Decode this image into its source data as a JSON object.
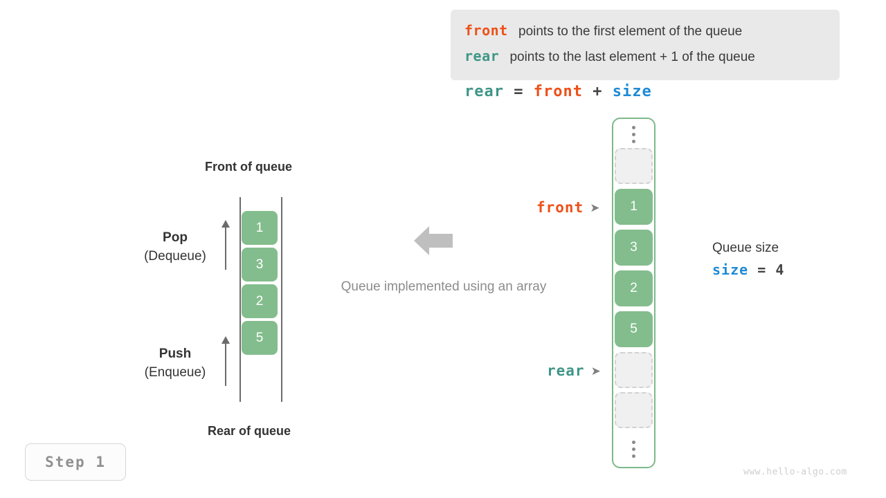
{
  "legend": {
    "lines": [
      {
        "keyword": "front",
        "text": "points to the first element of the queue"
      },
      {
        "keyword": "rear",
        "text": "points to the last element + 1 of the queue"
      }
    ]
  },
  "formula": {
    "lhs": "rear",
    "eq": "=",
    "rhs1": "front",
    "plus": "+",
    "rhs2": "size"
  },
  "queue_view": {
    "front_label": "Front of queue",
    "rear_label": "Rear of queue",
    "pop": {
      "title": "Pop",
      "subtitle": "(Dequeue)"
    },
    "push": {
      "title": "Push",
      "subtitle": "(Enqueue)"
    },
    "cells": [
      "1",
      "3",
      "2",
      "5"
    ]
  },
  "center": {
    "caption": "Queue implemented using an array",
    "arrow_icon": "arrow-left-icon"
  },
  "array_view": {
    "slots": [
      {
        "type": "dots",
        "value": ""
      },
      {
        "type": "empty",
        "value": ""
      },
      {
        "type": "filled",
        "value": "1"
      },
      {
        "type": "filled",
        "value": "3"
      },
      {
        "type": "filled",
        "value": "2"
      },
      {
        "type": "filled",
        "value": "5"
      },
      {
        "type": "empty",
        "value": ""
      },
      {
        "type": "empty",
        "value": ""
      },
      {
        "type": "dots",
        "value": ""
      }
    ],
    "pointers": {
      "front": {
        "label": "front",
        "tip": "➤"
      },
      "rear": {
        "label": "rear",
        "tip": "➤"
      }
    }
  },
  "size_info": {
    "title": "Queue size",
    "name": "size",
    "eq": "=",
    "value": "4"
  },
  "step_badge": {
    "label": "Step 1"
  },
  "watermark": {
    "text": "www.hello-algo.com"
  },
  "colors": {
    "front": "#ee5019",
    "rear": "#3f9687",
    "size": "#1f8ad4",
    "cell_green": "#83bd8d",
    "container_border": "#7cb98a",
    "legend_bg": "#e9e9e9",
    "muted": "#8c8c8c"
  }
}
